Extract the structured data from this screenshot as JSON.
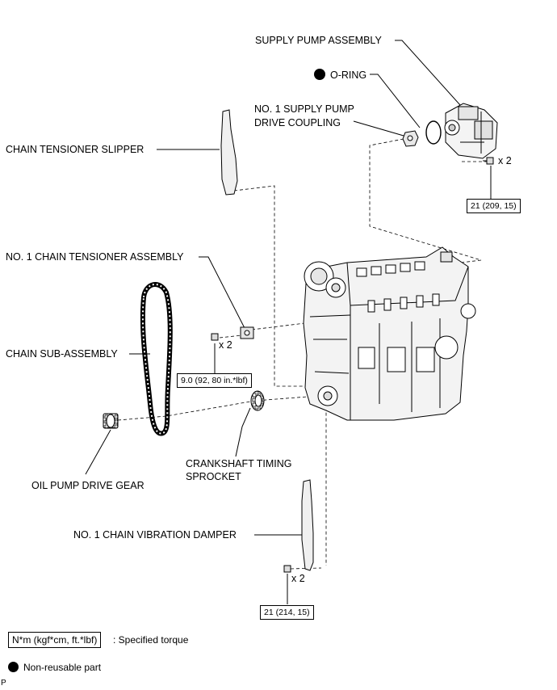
{
  "labels": {
    "supply_pump": "SUPPLY PUMP ASSEMBLY",
    "o_ring": "O-RING",
    "coupling_line1": "NO. 1 SUPPLY PUMP",
    "coupling_line2": "DRIVE COUPLING",
    "tensioner_slipper": "CHAIN TENSIONER SLIPPER",
    "tensioner_assembly": "NO. 1 CHAIN TENSIONER ASSEMBLY",
    "chain": "CHAIN SUB-ASSEMBLY",
    "oil_pump_gear": "OIL PUMP DRIVE GEAR",
    "crank_line1": "CRANKSHAFT TIMING",
    "crank_line2": "SPROCKET",
    "damper": "NO. 1 CHAIN VIBRATION DAMPER"
  },
  "torques": {
    "pump_bolt": "21 (209, 15)",
    "tensioner_bolt": "9.0 (92, 80 in.*lbf)",
    "damper_bolt": "21 (214, 15)"
  },
  "quantities": {
    "pump_bolt": "x 2",
    "tensioner_bolt": "x 2",
    "damper_bolt": "x 2"
  },
  "legend": {
    "torque_box": "N*m (kgf*cm, ft.*lbf)",
    "torque_text": ": Specified torque",
    "nonreusable_text": "Non-reusable part"
  },
  "corner_mark": "P"
}
